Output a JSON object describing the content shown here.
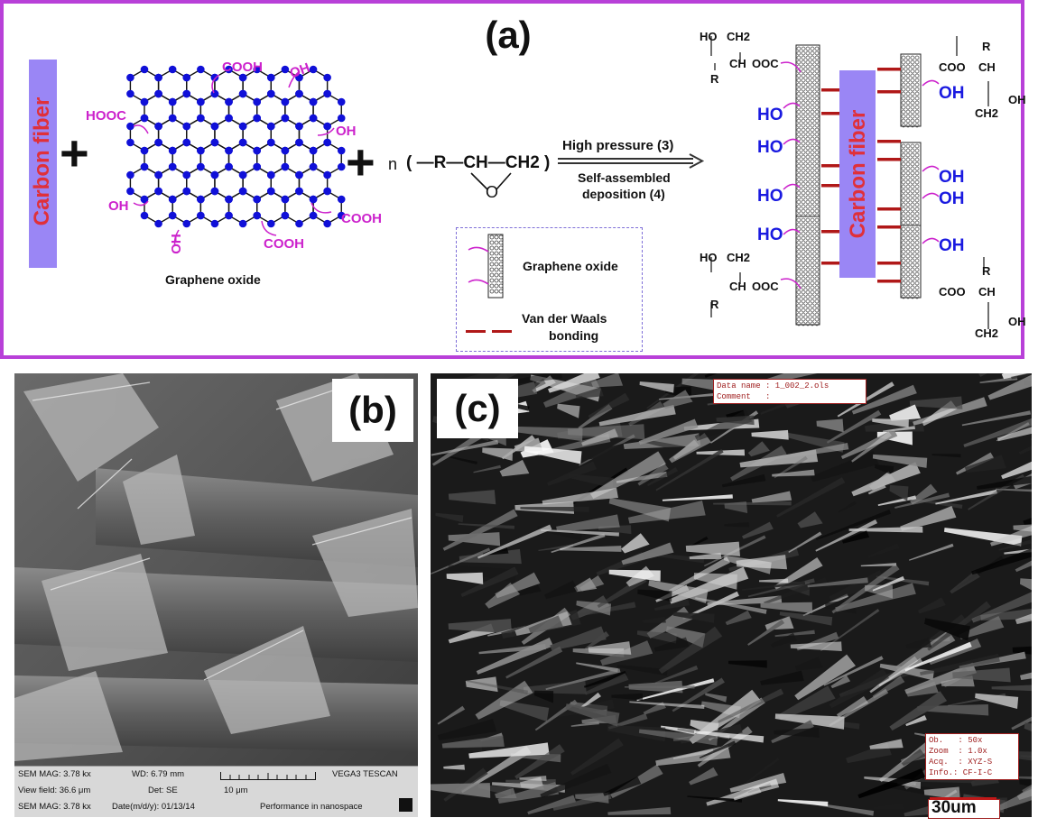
{
  "panel_a": {
    "label": "(a)",
    "carbon_fiber_label": "Carbon fiber",
    "plus_sign": "+",
    "graphene_oxide_label": "Graphene oxide",
    "go_groups": {
      "cooh_top": "COOH",
      "oh_top": "OH",
      "hooc_left": "HOOC",
      "oh_right": "OH",
      "oh_left": "OH",
      "cooh_right": "COOH",
      "oh_bottom": "OH",
      "cooh_bottom": "COOH"
    },
    "epoxy_n": "n",
    "epoxy_formula": "( —R—CH—CH2 )",
    "epoxy_o": "O",
    "arrow_top_label": "High pressure (3)",
    "arrow_bottom_label_1": "Self-assembled",
    "arrow_bottom_label_2": "deposition (4)",
    "legend_go_label": "Graphene oxide",
    "legend_vdw_label_1": "Van der Waals",
    "legend_vdw_label_2": "bonding",
    "product_ho_labels": [
      "HO",
      "HO",
      "HO",
      "HO"
    ],
    "product_oh_labels": [
      "OH",
      "OH",
      "OH",
      "OH"
    ],
    "ester_ooc": "OOC",
    "ester_coo": "COO",
    "chain_ho": "HO",
    "chain_ch2": "CH2",
    "chain_ch": "CH",
    "chain_r": "R",
    "chain_oh": "OH"
  },
  "panel_b": {
    "label": "(b)",
    "footer": {
      "sem_mag_1": "SEM MAG: 3.78 kx",
      "wd": "WD: 6.79 mm",
      "brand": "VEGA3 TESCAN",
      "view_field": "View field: 36.6 μm",
      "det": "Det: SE",
      "scale": "10 μm",
      "sem_mag_2": "SEM MAG: 3.78 kx",
      "date": "Date(m/d/y): 01/13/14",
      "perf": "Performance in nanospace"
    }
  },
  "panel_c": {
    "label": "(c)",
    "data_box": "Data name : 1_002_2.ols\nComment   :",
    "info_box": "Ob.   : 50x\nZoom  : 1.0x\nAcq.  : XYZ-S\nInfo.: CF-I-C",
    "scale_label": "30um"
  }
}
